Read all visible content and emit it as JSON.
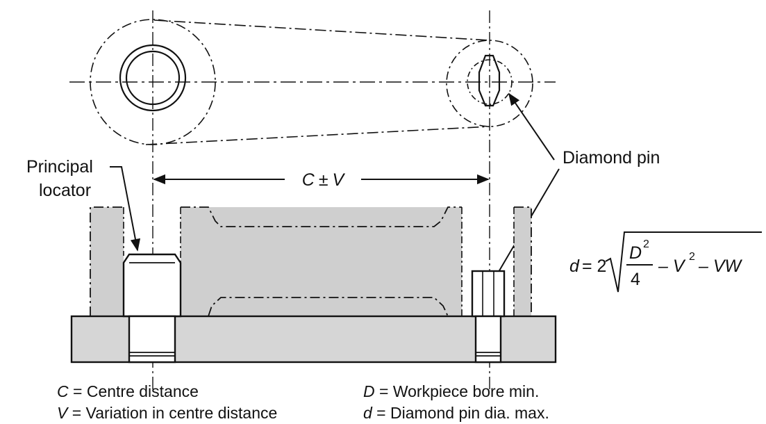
{
  "labels": {
    "principal_line1": "Principal",
    "principal_line2": "locator",
    "diamond_pin": "Diamond pin",
    "dimension_c": "C",
    "dimension_pm": "±",
    "dimension_v": "V"
  },
  "formula": {
    "lhs": "d",
    "eq": "= 2",
    "numerator": "D",
    "numerator_exp": "2",
    "denominator": "4",
    "term2": "– V",
    "term2_exp": "2",
    "term3": "– VW"
  },
  "legend": {
    "c_symbol": "C",
    "c_text": " = Centre distance",
    "v_symbol": "V",
    "v_text": " = Variation in centre distance",
    "bigd_symbol": "D",
    "bigd_text": " = Workpiece bore min.",
    "smalld_symbol": "d",
    "smalld_text": " = Diamond pin dia. max."
  },
  "colors": {
    "line": "#111111",
    "shade": "#cfcfcf",
    "plate": "#d6d6d6",
    "background": "#ffffff"
  }
}
